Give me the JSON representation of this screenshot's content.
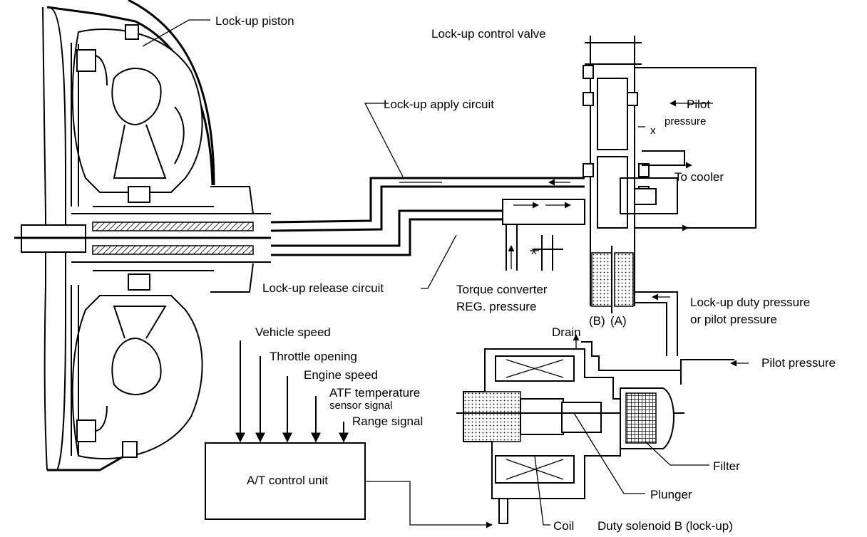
{
  "labels": {
    "lockup_piston": "Lock-up piston",
    "lockup_control_valve": "Lock-up control valve",
    "lockup_apply_circuit": "Lock-up apply circuit",
    "pilot_pressure_top_1": "Pilot",
    "pilot_pressure_top_2": "pressure",
    "to_cooler": "To cooler",
    "x_mark": "x",
    "lockup_release_circuit": "Lock-up release circuit",
    "torque_converter_1": "Torque converter",
    "torque_converter_2": "REG. pressure",
    "port_b": "(B)",
    "port_a": "(A)",
    "duty_pressure_1": "Lock-up duty pressure",
    "duty_pressure_2": "or pilot pressure",
    "drain": "Drain",
    "pilot_pressure_right": "Pilot pressure",
    "vehicle_speed": "Vehicle speed",
    "throttle_opening": "Throttle opening",
    "engine_speed": "Engine speed",
    "atf_temp_1": "ATF temperature",
    "atf_temp_2": "sensor signal",
    "range_signal": "Range signal",
    "control_unit": "A/T control unit",
    "filter": "Filter",
    "plunger": "Plunger",
    "coil": "Coil",
    "duty_solenoid": "Duty solenoid B (lock-up)"
  }
}
